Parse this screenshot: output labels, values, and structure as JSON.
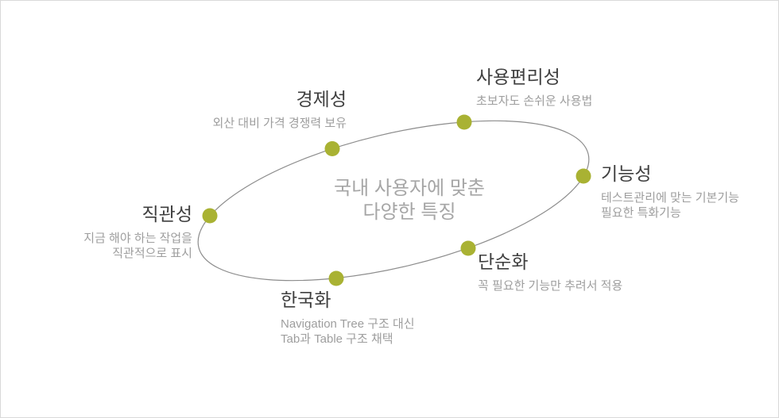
{
  "page": {
    "background": "#ffffff",
    "border_color": "#d9d9d9"
  },
  "diagram": {
    "center_label": {
      "line1": "국내 사용자에 맞춘",
      "line2": "다양한 특징"
    },
    "items": {
      "usability": {
        "title": "사용편리성",
        "desc1": "초보자도 손쉬운 사용법"
      },
      "economy": {
        "title": "경제성",
        "desc1": "외산 대비 가격 경쟁력 보유"
      },
      "functionality": {
        "title": "기능성",
        "desc1": "테스트관리에 맞는 기본기능",
        "desc2": "필요한 특화기능"
      },
      "intuitiveness": {
        "title": "직관성",
        "desc1": "지금 해야 하는 작업을",
        "desc2": "직관적으로 표시"
      },
      "simplification": {
        "title": "단순화",
        "desc1": "꼭 필요한 기능만 추려서 적용"
      },
      "koreanization": {
        "title": "한국화",
        "desc1": "Navigation Tree 구조 대신",
        "desc2": "Tab과 Table 구조 채택"
      }
    },
    "colors": {
      "dot": "#a9b233",
      "ellipse_stroke": "#8c8c8c",
      "title_text": "#3f3f3f",
      "desc_text": "#9e9e9e",
      "center_text": "#a6a6a6"
    }
  }
}
